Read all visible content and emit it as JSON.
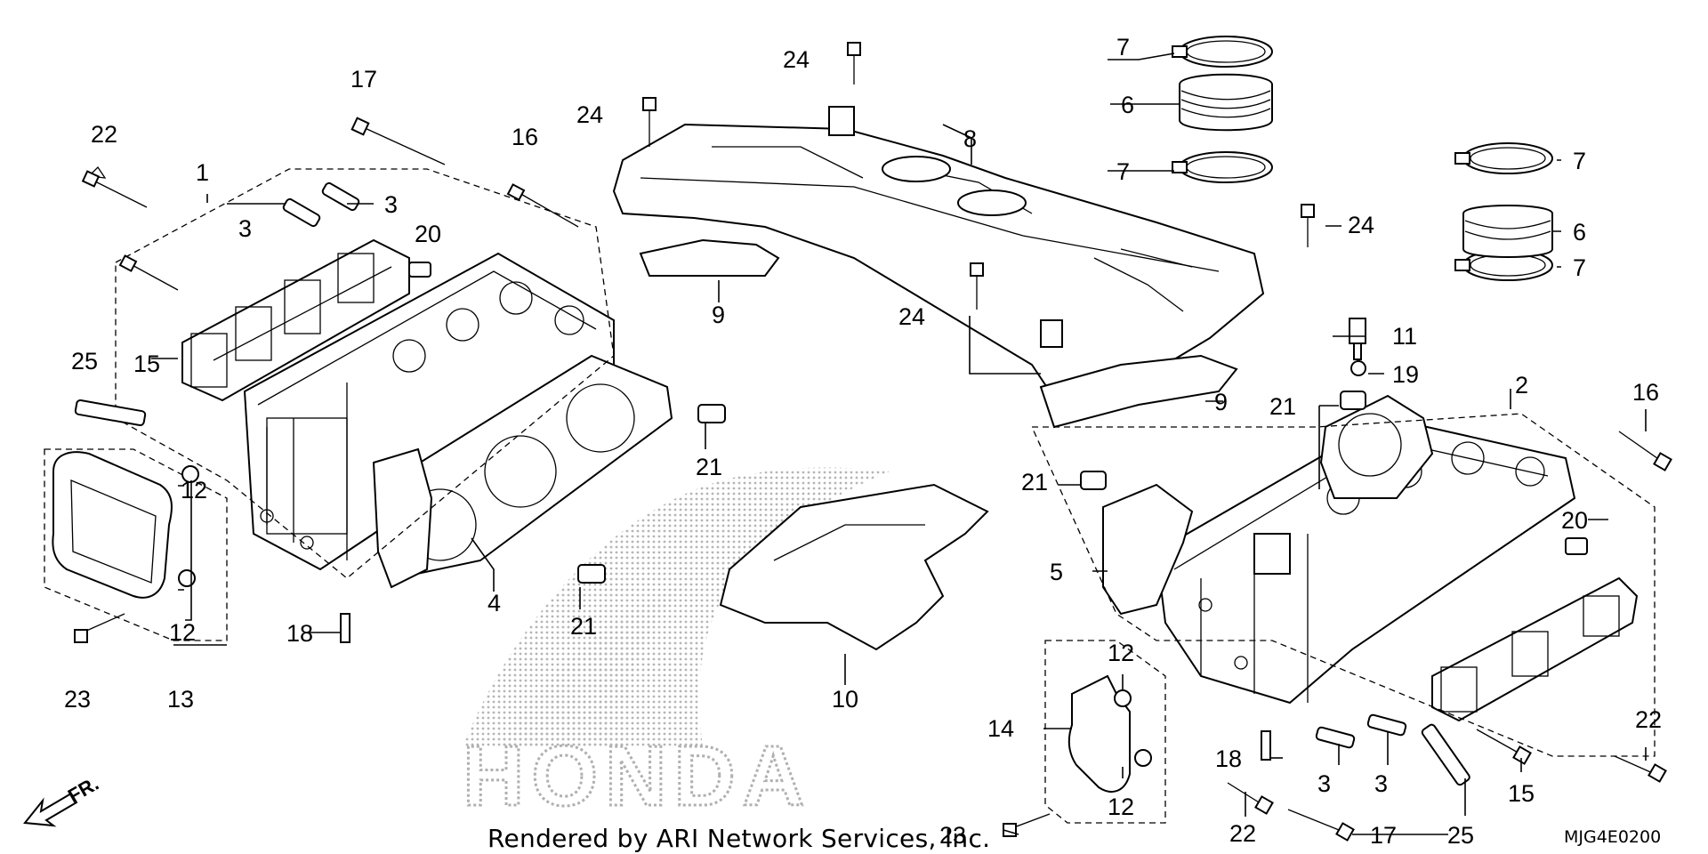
{
  "footer": {
    "credit": "Rendered by ARI Network Services, Inc.",
    "code": "MJG4E0200"
  },
  "direction": {
    "label": "FR."
  },
  "watermark": {
    "text": "HONDA",
    "logo": "honda-wing-logo"
  },
  "callouts": [
    "1",
    "2",
    "3",
    "4",
    "5",
    "6",
    "7",
    "8",
    "9",
    "10",
    "11",
    "12",
    "13",
    "14",
    "15",
    "16",
    "17",
    "18",
    "19",
    "20",
    "21",
    "22",
    "23",
    "24",
    "25"
  ]
}
